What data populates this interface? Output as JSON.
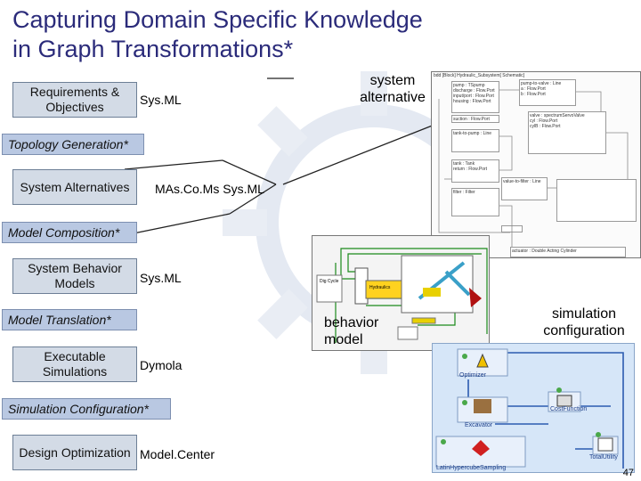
{
  "title": {
    "line1": "Capturing Domain Specific Knowledge",
    "line2": "in Graph Transformations*"
  },
  "flow": {
    "requirements_box": "Requirements & Objectives",
    "requirements_lang": "Sys.ML",
    "topology_banner": "Topology Generation*",
    "alternatives_box": "System Alternatives",
    "alternatives_lang": "MAs.Co.Ms  Sys.ML",
    "composition_banner": "Model Composition*",
    "behavior_box": "System Behavior Models",
    "behavior_lang": "Sys.ML",
    "translation_banner": "Model Translation*",
    "simulations_box": "Executable Simulations",
    "simulations_lang": "Dymola",
    "configuration_banner": "Simulation Configuration*",
    "optimization_box": "Design Optimization",
    "optimization_lang": "Model.Center"
  },
  "callouts": {
    "system_alternative": "system alternative",
    "behavior_model": "behavior model",
    "simulation_configuration": "simulation configuration"
  },
  "sysml_diagram": {
    "header": "bdd [Block] Hydraulic_Subsystem[ Schematic]",
    "blocks": [
      "pump : TSpump",
      "discharge : Flow.Port",
      "input/port : Flow.Port",
      "housing : Flow.Port",
      "suction : Flow.Port",
      "pump-to-valve : Line",
      "a : Flow.Port",
      "b : Flow.Port",
      "valve : spectrumServoValve",
      "cyl : Flow.Port",
      "cylB : Flow.Port",
      "tank-to-pump : Line",
      "tank : Tank",
      "return : Flow.Port",
      "value-to-filter : Line",
      "filter : Filter",
      "actuator : Double Acting Cylinder"
    ]
  },
  "modelica_blocks": [
    "Dig Cycle",
    "Hydraulics"
  ],
  "optimizer_nodes": [
    "Optimizer",
    "CostFunction",
    "Excavator",
    "LatinHypercubeSampling",
    "TotalUtility"
  ],
  "page_number": "47",
  "colors": {
    "title": "#2b2b7a",
    "box_fill": "#d3dbe6",
    "banner_fill": "#b9c8e2",
    "modelcenter_bg": "#d6e6f8"
  }
}
